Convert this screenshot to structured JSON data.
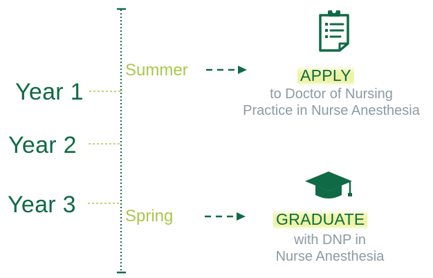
{
  "colors": {
    "green": "#0f6a45",
    "lime": "#a9c84a",
    "gray": "#8c9aa3",
    "highlight": "#eef4a6"
  },
  "timeline": {
    "years": [
      "Year 1",
      "Year 2",
      "Year 3"
    ]
  },
  "steps": [
    {
      "season": "Summer",
      "icon": "clipboard-checklist-icon",
      "title": "APPLY",
      "description_lines": [
        "to Doctor of Nursing",
        "Practice in Nurse Anesthesia"
      ]
    },
    {
      "season": "Spring",
      "icon": "graduation-cap-icon",
      "title": "GRADUATE",
      "description_lines": [
        "with DNP in",
        "Nurse Anesthesia"
      ]
    }
  ]
}
